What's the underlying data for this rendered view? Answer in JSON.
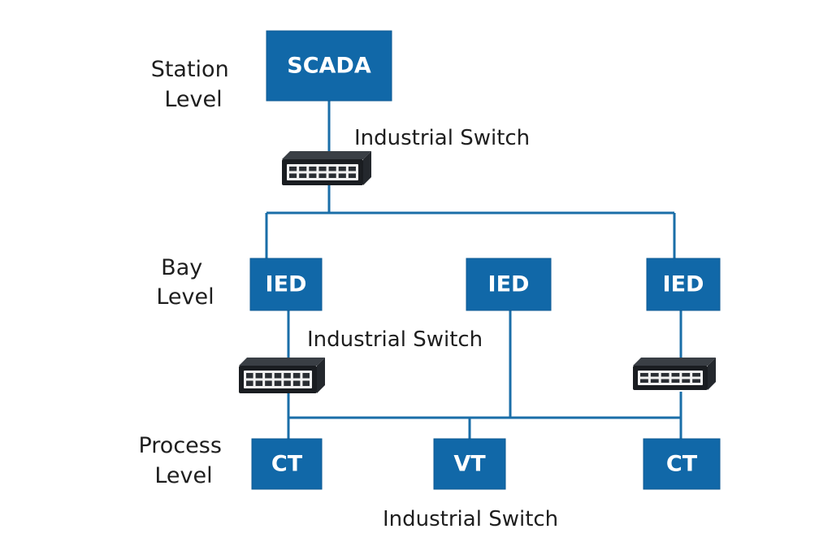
{
  "diagram": {
    "levels": {
      "station": {
        "line1": "Station",
        "line2": "Level"
      },
      "bay": {
        "line1": "Bay",
        "line2": "Level"
      },
      "process": {
        "line1": "Process",
        "line2": "Level"
      }
    },
    "nodes": {
      "scada": "SCADA",
      "ied_left": "IED",
      "ied_center": "IED",
      "ied_right": "IED",
      "ct_left": "CT",
      "vt_center": "VT",
      "ct_right": "CT"
    },
    "switch_labels": {
      "top": "Industrial Switch",
      "middle": "Industrial Switch",
      "bottom": "Industrial Switch"
    },
    "colors": {
      "node_fill": "#1168a8",
      "wire": "#1a6ea8",
      "text": "#1e1e1e"
    }
  }
}
